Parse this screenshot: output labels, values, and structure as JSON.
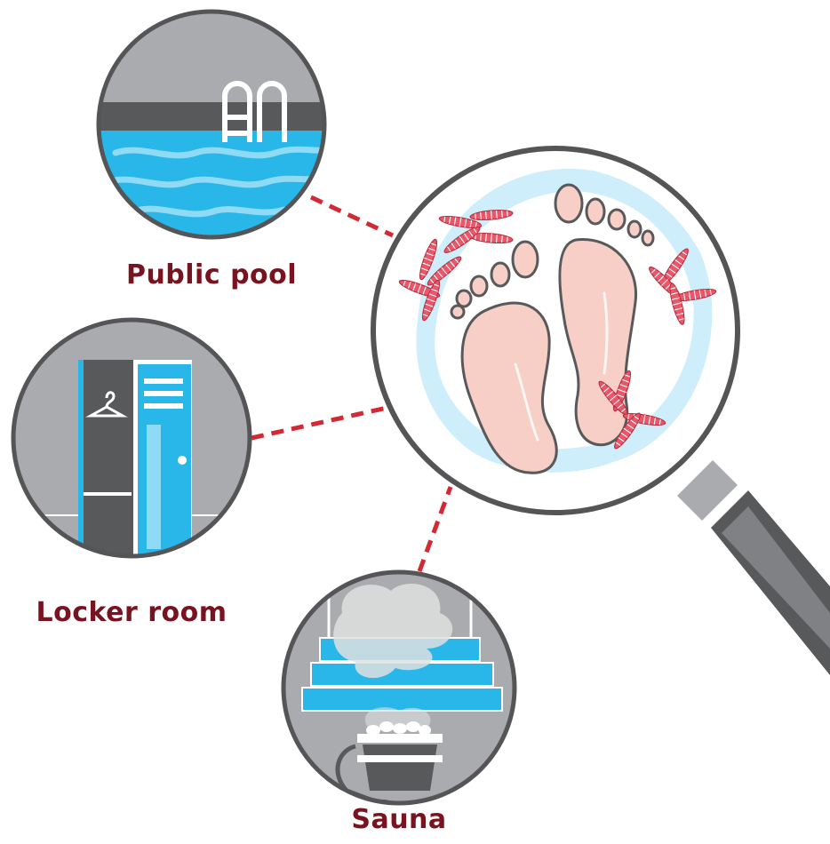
{
  "labels": {
    "pool": "Public pool",
    "locker": "Locker room",
    "sauna": "Sauna"
  },
  "colors": {
    "label_text": "#7a1320",
    "connector": "#d12a35",
    "ring": "#555557",
    "gray_bg": "#a9abae",
    "dark_gray": "#58595b",
    "water": "#29b6e8",
    "water_light": "#8fdaf5",
    "foot": "#f7cfc6",
    "fungus": "#e8576a"
  },
  "icons": [
    "magnifying-glass-icon",
    "feet-icon",
    "fungus-icon",
    "pool-ladder-icon",
    "hanger-icon",
    "sauna-bucket-icon",
    "ladle-icon",
    "steam-icon"
  ]
}
